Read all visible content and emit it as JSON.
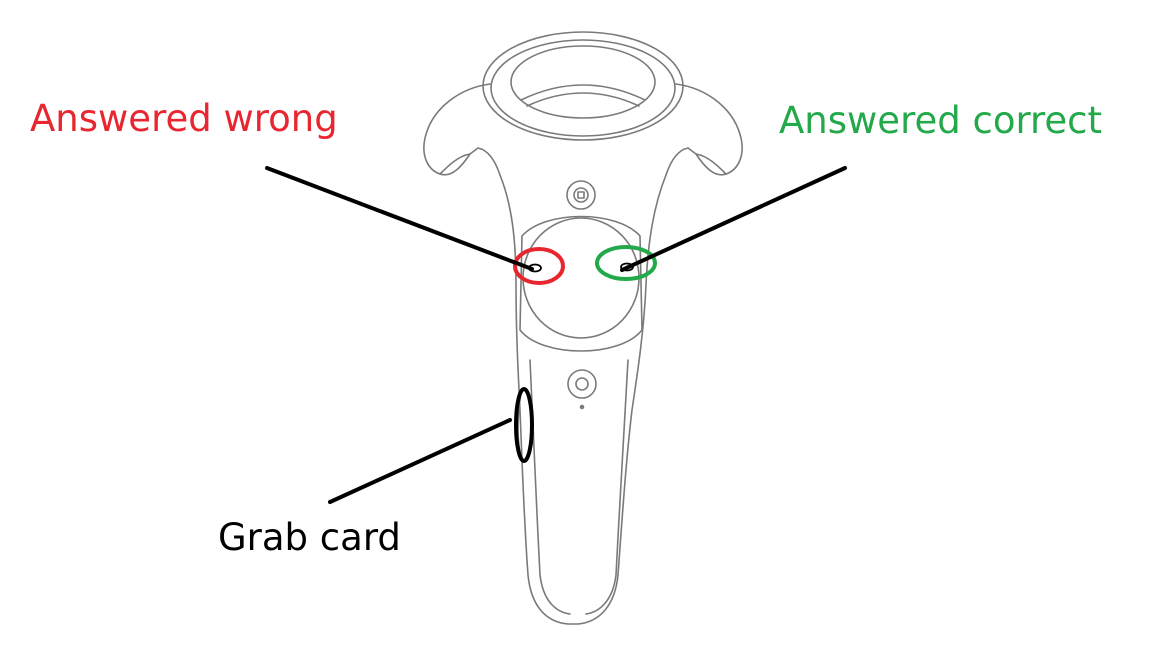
{
  "labels": {
    "wrong": "Answered wrong",
    "correct": "Answered correct",
    "grab": "Grab card"
  },
  "colors": {
    "wrong": "#e8262f",
    "correct": "#23a84a",
    "grab": "#000000",
    "outline": "#7a7a7a",
    "leader": "#000000"
  }
}
